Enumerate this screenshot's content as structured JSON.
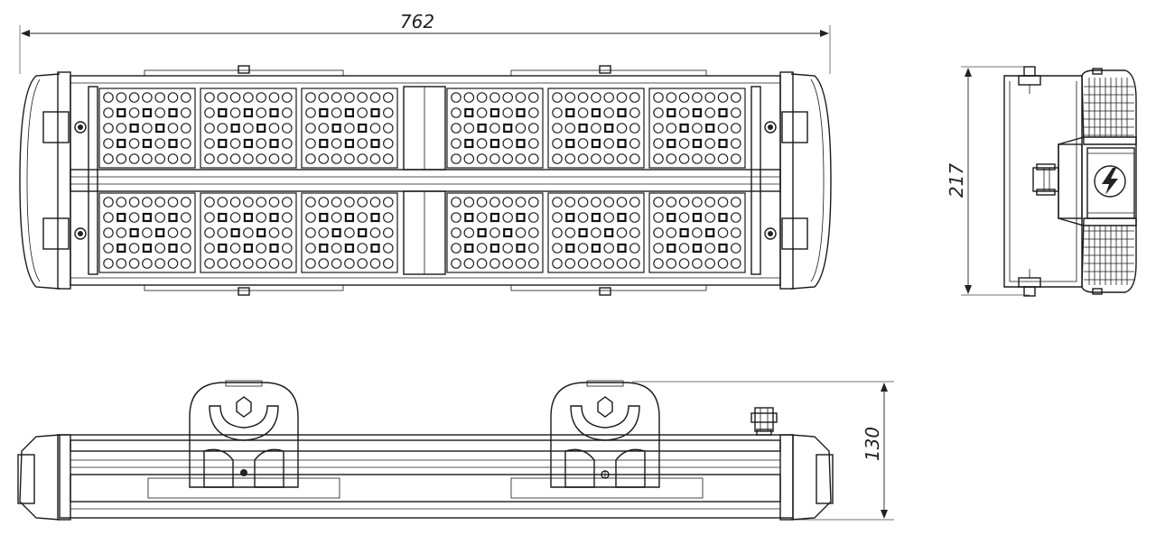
{
  "dimensions": {
    "length": "762",
    "width": "217",
    "height": "130"
  }
}
